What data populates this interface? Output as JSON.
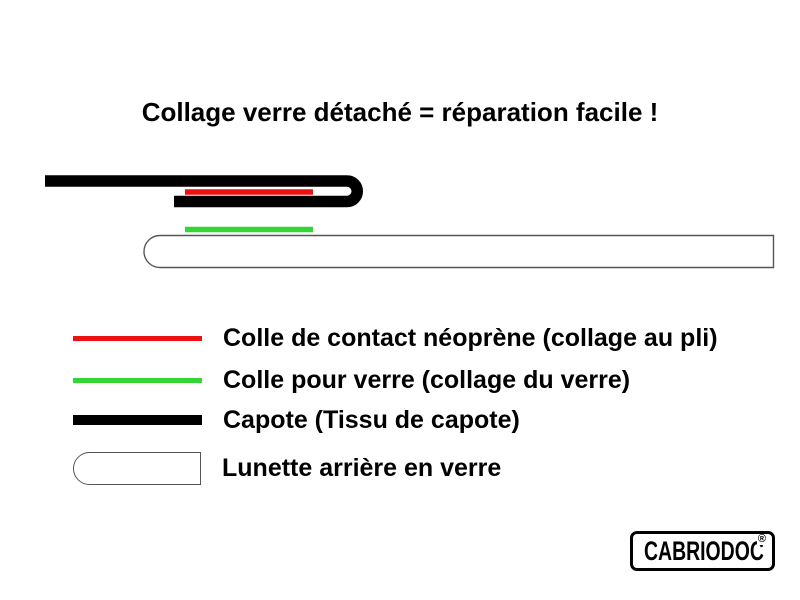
{
  "page": {
    "background": "#ffffff"
  },
  "title": {
    "text": "Collage verre détaché = réparation facile !"
  },
  "diagram": {
    "colors": {
      "capote": "#000000",
      "glue_neoprene": "#EE1111",
      "glue_glass": "#33D633",
      "glass_outline": "#555555",
      "glass_fill": "#ffffff"
    }
  },
  "legend": {
    "items": [
      {
        "swatch": "red-line",
        "label": "Colle de contact néoprène (collage au pli)"
      },
      {
        "swatch": "green-line",
        "label": "Colle pour verre (collage du verre)"
      },
      {
        "swatch": "black-line",
        "label": "Capote (Tissu de capote)"
      },
      {
        "swatch": "glass-shape",
        "label": "Lunette arrière en verre"
      }
    ]
  },
  "logo": {
    "brand": "CABRIODOC",
    "registered_mark": "®"
  }
}
